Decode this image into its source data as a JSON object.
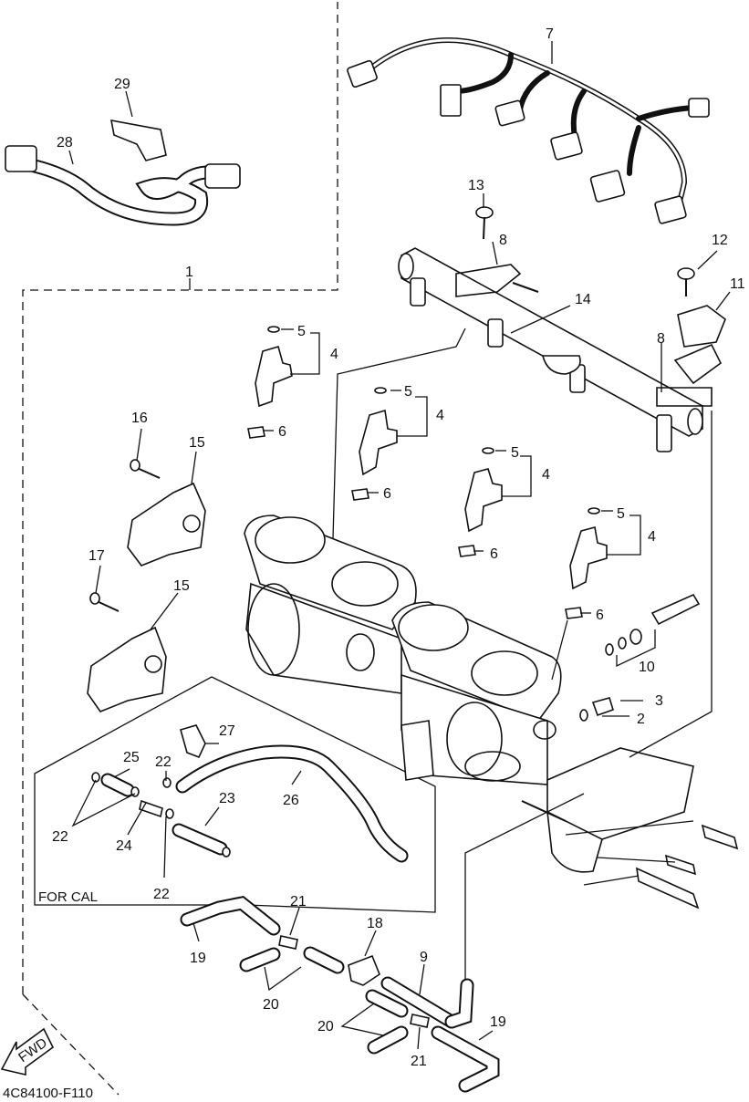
{
  "diagram_code": "4C84100-F110",
  "for_cal_label": "FOR CAL",
  "fwd_label": "FWD",
  "callouts": {
    "c1": "1",
    "c2": "2",
    "c3": "3",
    "c4a": "4",
    "c4b": "4",
    "c4c": "4",
    "c4d": "4",
    "c5a": "5",
    "c5b": "5",
    "c5c": "5",
    "c5d": "5",
    "c6a": "6",
    "c6b": "6",
    "c6c": "6",
    "c6d": "6",
    "c7": "7",
    "c8a": "8",
    "c8b": "8",
    "c9": "9",
    "c10": "10",
    "c11": "11",
    "c12": "12",
    "c13": "13",
    "c14": "14",
    "c15a": "15",
    "c15b": "15",
    "c16": "16",
    "c17": "17",
    "c18": "18",
    "c19a": "19",
    "c19b": "19",
    "c20a": "20",
    "c20b": "20",
    "c21a": "21",
    "c21b": "21",
    "c22a": "22",
    "c22b": "22",
    "c22c": "22",
    "c23": "23",
    "c24": "24",
    "c25": "25",
    "c26": "26",
    "c27": "27",
    "c28": "28",
    "c29": "29"
  }
}
